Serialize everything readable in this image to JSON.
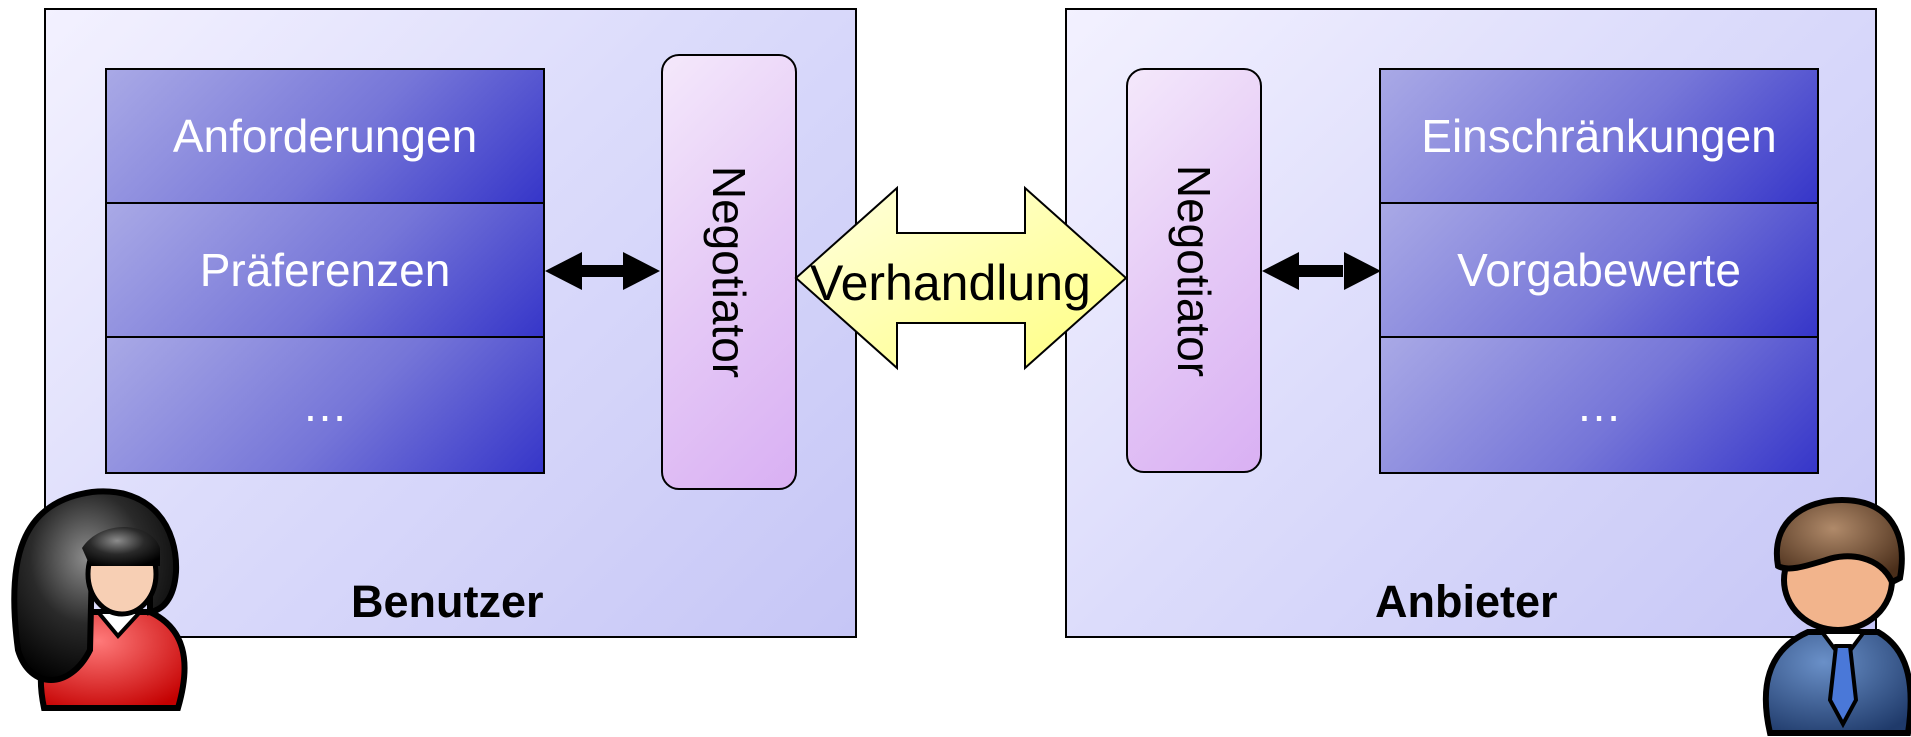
{
  "left_panel": {
    "title": "Benutzer",
    "stack": [
      "Anforderungen",
      "Präferenzen",
      "…"
    ],
    "negotiator": "Negotiator"
  },
  "right_panel": {
    "title": "Anbieter",
    "stack": [
      "Einschränkungen",
      "Vorgabewerte",
      "…"
    ],
    "negotiator": "Negotiator"
  },
  "center_arrow": {
    "label": "Verhandlung"
  },
  "icons": {
    "left_person": "female-user-icon",
    "right_person": "male-businessman-icon",
    "connector": "double-arrow-icon"
  },
  "colors": {
    "panel_fill": "#dcdcfb",
    "stack_fill": "#6f6fd6",
    "negotiator_fill": "#e5c9f6",
    "center_arrow_fill": "#ffffa8"
  }
}
